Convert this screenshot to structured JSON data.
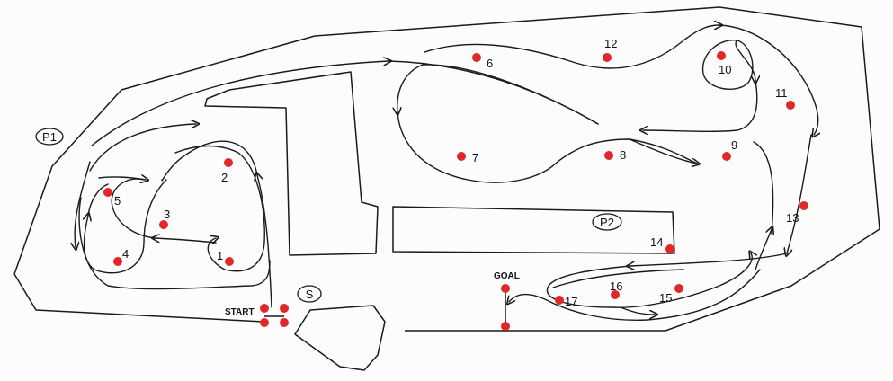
{
  "course": {
    "start_label": "START",
    "goal_label": "GOAL",
    "s_label": "S",
    "p1_label": "P1",
    "p2_label": "P2"
  },
  "cones": [
    {
      "id": "1",
      "label": "1"
    },
    {
      "id": "2",
      "label": "2"
    },
    {
      "id": "3",
      "label": "3"
    },
    {
      "id": "4",
      "label": "4"
    },
    {
      "id": "5",
      "label": "5"
    },
    {
      "id": "6",
      "label": "6"
    },
    {
      "id": "7",
      "label": "7"
    },
    {
      "id": "8",
      "label": "8"
    },
    {
      "id": "9",
      "label": "9"
    },
    {
      "id": "10",
      "label": "10"
    },
    {
      "id": "11",
      "label": "11"
    },
    {
      "id": "12",
      "label": "12"
    },
    {
      "id": "13",
      "label": "13"
    },
    {
      "id": "14",
      "label": "14"
    },
    {
      "id": "15",
      "label": "15"
    },
    {
      "id": "16",
      "label": "16"
    },
    {
      "id": "17",
      "label": "17"
    }
  ],
  "colors": {
    "cone": "#e0282a",
    "line": "#1a1a1a"
  }
}
